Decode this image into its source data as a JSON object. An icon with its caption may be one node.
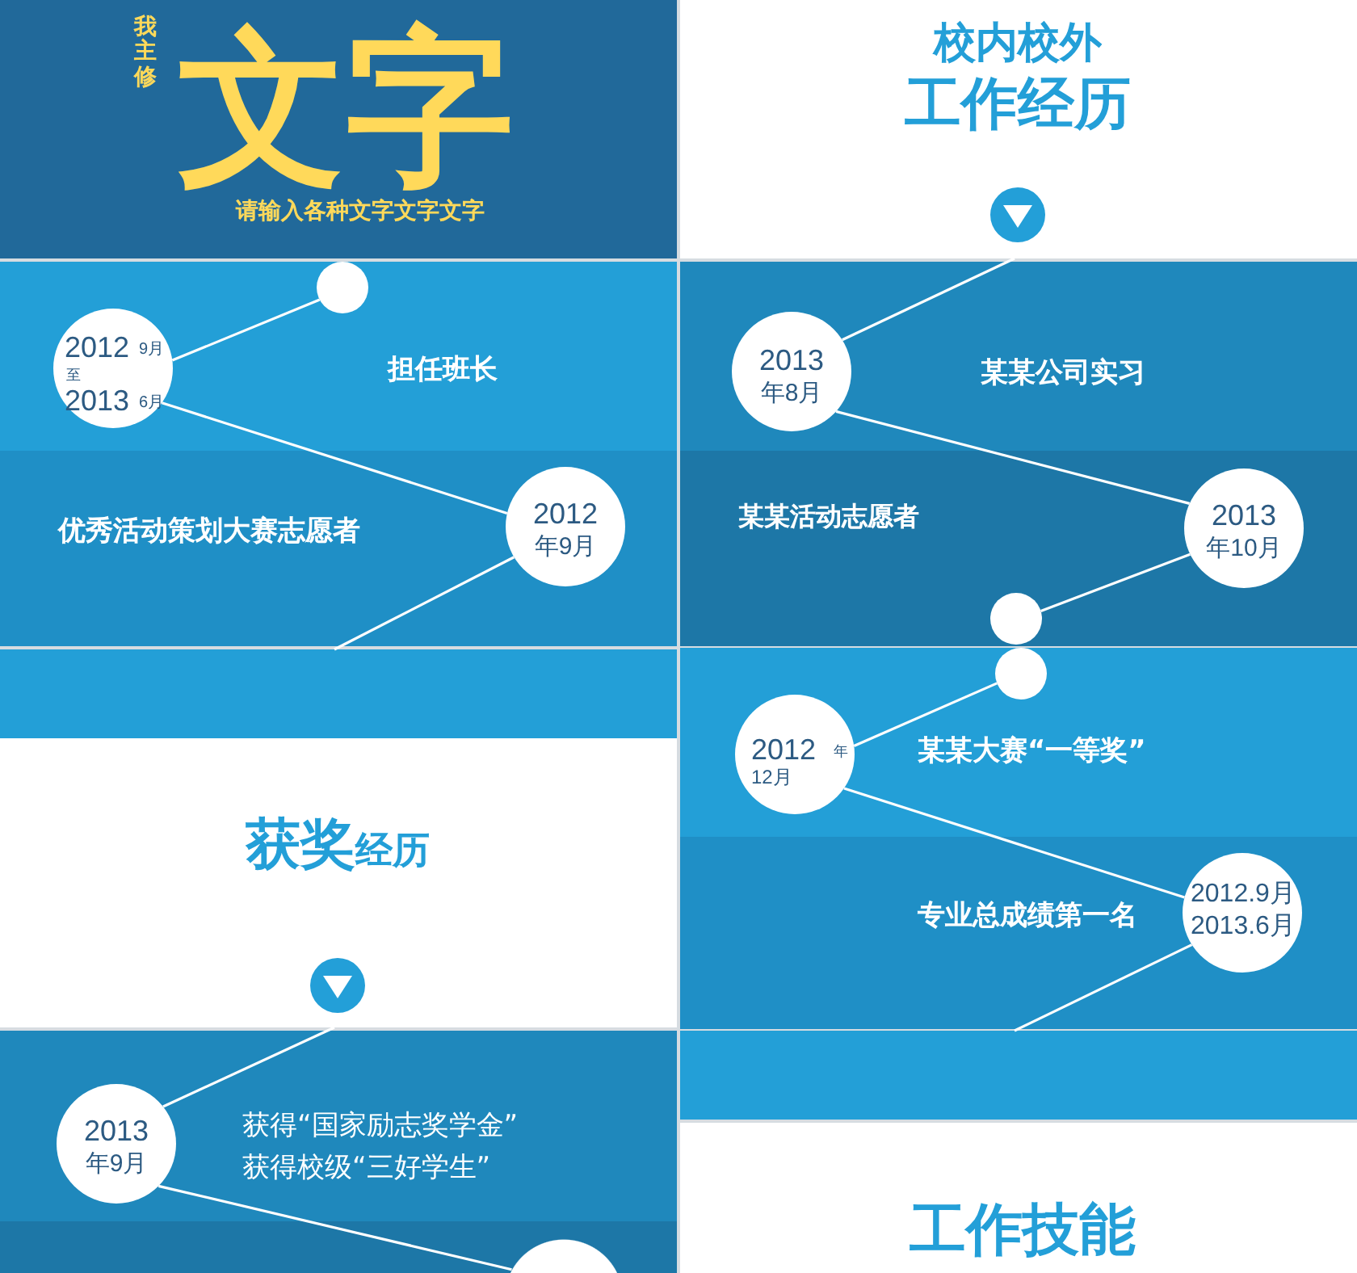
{
  "diagram": {
    "nodes": [
      {
        "text": [
          "我主修",
          "文字",
          "请输入各种文字文字文字"
        ]
      },
      {
        "text": [
          "担任班长"
        ]
      },
      {
        "text": [],
        "shape": "circle",
        "in": 1
      },
      {
        "text": [
          "2012",
          "9月",
          "至",
          "2013",
          "6月"
        ],
        "in": 1
      },
      {
        "text": [
          "优秀活动策划大赛志愿者"
        ]
      },
      {
        "text": [
          "2012",
          "年9月"
        ],
        "in": 4
      },
      {
        "text": [],
        "shape": "box"
      },
      {
        "text": [
          "获奖",
          "经历"
        ]
      },
      {
        "text": [
          "获得“国家励志奖学金”",
          "获得校级“三好学生”"
        ]
      },
      {
        "text": [
          "2013",
          "年9月"
        ],
        "in": 8
      },
      {
        "text": [],
        "shape": "box"
      },
      {
        "text": [],
        "shape": "circle",
        "in": 10
      },
      {
        "text": [
          "校内校外",
          "工作经历"
        ]
      },
      {
        "text": [
          "某某公司实习"
        ]
      },
      {
        "text": [
          "2013",
          "年8月"
        ],
        "in": 13
      },
      {
        "text": [
          "某某活动志愿者"
        ]
      },
      {
        "text": [
          "2013",
          "年10月"
        ],
        "in": 15
      },
      {
        "text": [],
        "shape": "circle",
        "in": 15
      },
      {
        "text": [
          "某某大赛“一等奖”"
        ]
      },
      {
        "text": [],
        "shape": "circle",
        "in": 18
      },
      {
        "text": [
          "2012",
          "年",
          "12月"
        ],
        "in": 18
      },
      {
        "text": [
          "专业总成绩第一名"
        ]
      },
      {
        "text": [
          "2012.9月",
          "2013.6月"
        ],
        "in": 21
      },
      {
        "text": [],
        "shape": "box"
      },
      {
        "text": [
          "工作技能"
        ]
      }
    ],
    "edges": [
      {
        "from": 2,
        "to": 3,
        "arrow": "none"
      },
      {
        "from": 3,
        "to": 5,
        "arrow": "none"
      },
      {
        "from": 5,
        "to": 6,
        "arrow": "none"
      },
      {
        "from": 7,
        "to": 9,
        "arrow": "none"
      },
      {
        "from": 9,
        "to": 11,
        "arrow": "none"
      },
      {
        "from": 12,
        "to": 14,
        "arrow": "none"
      },
      {
        "from": 14,
        "to": 16,
        "arrow": "none"
      },
      {
        "from": 16,
        "to": 17,
        "arrow": "none"
      },
      {
        "from": 19,
        "to": 20,
        "arrow": "none"
      },
      {
        "from": 20,
        "to": 22,
        "arrow": "none"
      },
      {
        "from": 22,
        "to": 23,
        "arrow": "none"
      }
    ]
  }
}
